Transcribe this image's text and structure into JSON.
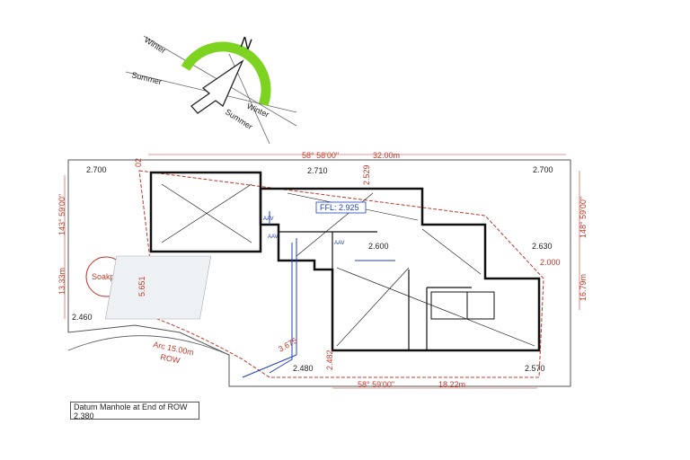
{
  "compass": {
    "north": "N",
    "winter_top": "Winter",
    "summer_left": "Summer",
    "summer_bottom": "Summer",
    "winter_right": "Winter",
    "arc_color": "#7ed321"
  },
  "site": {
    "bearing_top": "58° 58'00\"",
    "length_top": "32.00m",
    "bearing_left": "143° 59'00\"",
    "length_left": "13.33m",
    "bearing_right": "148° 59'00\"",
    "length_right": "16.79m",
    "bearing_bottom": "58° 59'00\"",
    "length_bottom": "18.22m",
    "arc_label": "Arc 15.00m",
    "row_label": "ROW",
    "soakpit_label": "Soakpit",
    "dim_small_left": "02",
    "dim_5651": "5.651",
    "dim_3675": "3.675",
    "dim_2529": "2.529",
    "dim_2000": "2.000",
    "dim_2482": "2.482",
    "boundary_color": "#c0392b"
  },
  "levels": {
    "tl": "2.700",
    "tc": "2.710",
    "tr": "2.700",
    "ml": "2.460",
    "mc": "2.600",
    "mr": "2.630",
    "bc": "2.480",
    "br": "2.570",
    "ffl": "FFL: 2.925"
  },
  "labels": {
    "aav1": "AAV",
    "aav2": "AAV",
    "aav3": "AAV"
  },
  "datum": {
    "line1": "Datum Manhole at End of ROW",
    "line2": "2.380"
  }
}
